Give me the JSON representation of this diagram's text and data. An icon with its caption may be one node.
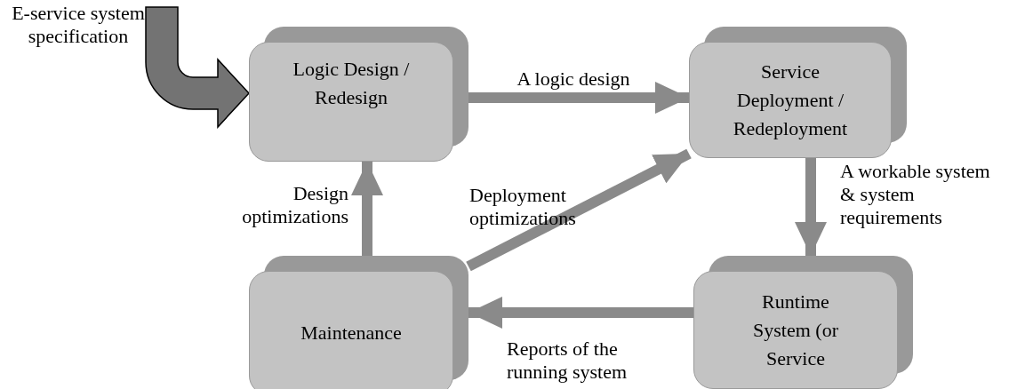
{
  "diagram": {
    "nodes": [
      {
        "text": [
          "Logic Design / Redesign"
        ]
      },
      {
        "text": [
          "Service Deployment / Redeployment"
        ]
      },
      {
        "text": [
          "Maintenance"
        ]
      },
      {
        "text": [
          "Runtime System (or Service"
        ]
      }
    ],
    "edges": [
      {
        "from": null,
        "to": 0,
        "arrow": "to",
        "label": "E-service system specification",
        "style": "thick"
      },
      {
        "from": 0,
        "to": 1,
        "arrow": "to",
        "label": "A logic design"
      },
      {
        "from": 1,
        "to": 3,
        "arrow": "to",
        "label": "A workable system & system requirements"
      },
      {
        "from": 3,
        "to": 2,
        "arrow": "to",
        "label": "Reports of the running system"
      },
      {
        "from": 2,
        "to": 0,
        "arrow": "to",
        "label": "Design optimizations"
      },
      {
        "from": 2,
        "to": 1,
        "arrow": "to",
        "label": "Deployment optimizations"
      }
    ]
  }
}
